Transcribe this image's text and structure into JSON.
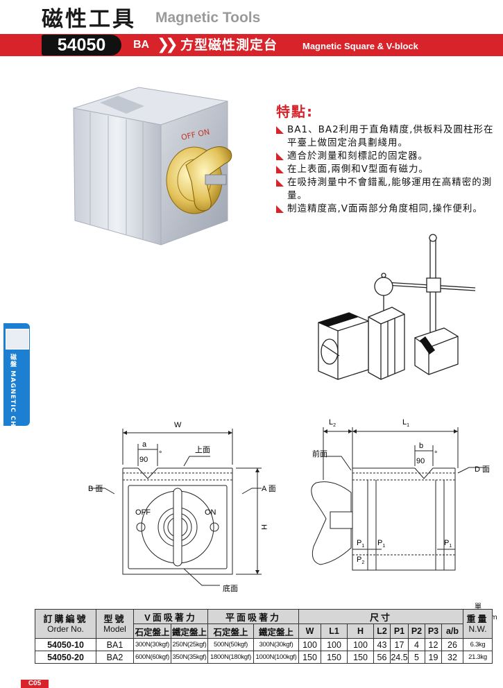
{
  "header": {
    "title_cn": "磁性工具",
    "title_en": "Magnetic Tools",
    "code": "54050",
    "model_tag": "BA",
    "product_cn": "方型磁性測定台",
    "product_en": "Magnetic Square & V-block"
  },
  "photo": {
    "switch_text": "OFF ON"
  },
  "features": {
    "title": "特點:",
    "items": [
      "BA1、BA2利用于直角精度,供板料及圓柱形在平臺上做固定治具劃綫用。",
      "適合於測量和刻標記的固定器。",
      "在上表面,兩側和V型面有磁力。",
      "在吸持測量中不會錯亂,能够運用在高精密的測量。",
      "制造精度高,V面兩部分角度相同,操作便利。"
    ]
  },
  "side_tab": {
    "cn": "磁盤",
    "en": "MAGNETIC CHUCK"
  },
  "drawing_front": {
    "W": "W",
    "a": "a",
    "angle": "90",
    "deg": "°",
    "top": "上面",
    "b_face": "B 面",
    "a_face": "A 面",
    "off": "OFF",
    "on": "ON",
    "H": "H",
    "bottom": "底面"
  },
  "drawing_side": {
    "L2": "L",
    "L2_sub": "2",
    "L1": "L",
    "L1_sub": "1",
    "b": "b",
    "angle": "90",
    "deg": "°",
    "front": "前面",
    "d_face": "D 面",
    "P": "P",
    "P1_sub": "1",
    "P2_sub": "2"
  },
  "table": {
    "unit": "單位:mm",
    "order_cn": "訂購編號",
    "order_en": "Order No.",
    "model_cn": "型號",
    "model_en": "Model",
    "v_force": "V面吸著力",
    "flat_force": "平面吸著力",
    "size": "尺寸",
    "weight_cn": "重量",
    "weight_en": "N.W.",
    "stone": "石定盤上",
    "iron": "鐵定盤上",
    "cols": [
      "W",
      "L1",
      "H",
      "L2",
      "P1",
      "P2",
      "P3",
      "a/b"
    ],
    "rows": [
      {
        "order": "54050-10",
        "model": "BA1",
        "v_stone": "300N(30kgf)",
        "v_iron": "250N(25kgf)",
        "f_stone": "500N(50kgf)",
        "f_iron": "300N(30kgf)",
        "vals": [
          "100",
          "100",
          "100",
          "43",
          "17",
          "4",
          "12",
          "26"
        ],
        "weight": "6.3kg"
      },
      {
        "order": "54050-20",
        "model": "BA2",
        "v_stone": "600N(60kgf)",
        "v_iron": "350N(35kgf)",
        "f_stone": "1800N(180kgf)",
        "f_iron": "1000N(100kgf)",
        "vals": [
          "150",
          "150",
          "150",
          "56",
          "24.5",
          "5",
          "19",
          "32"
        ],
        "weight": "21.3kg"
      }
    ]
  },
  "page_no": "C05"
}
